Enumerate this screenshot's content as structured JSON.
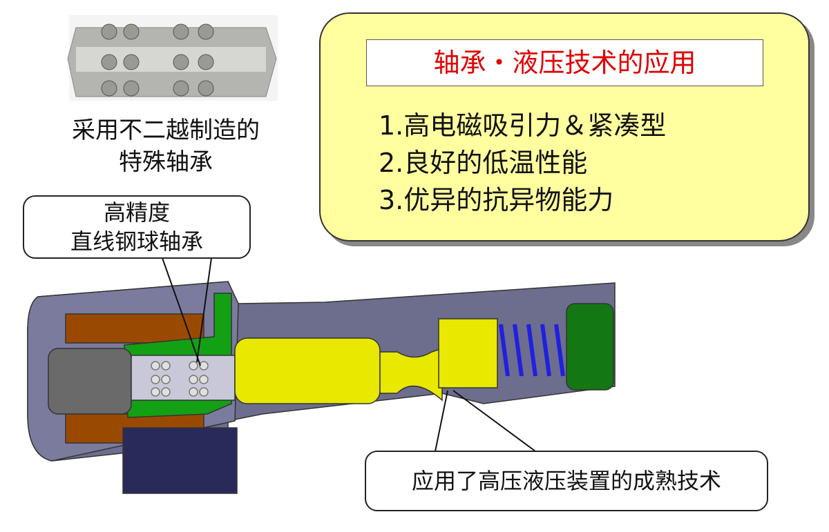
{
  "photo_caption": {
    "line1": "采用不二越制造的",
    "line2": "特殊轴承"
  },
  "callout_bearing": {
    "line1": "高精度",
    "line2": "直线钢球轴承"
  },
  "callout_hydraulic": {
    "text": "应用了高压液压装置的成熟技术"
  },
  "panel": {
    "title": "轴承・液压技术的应用",
    "features": [
      "1.高电磁吸引力＆紧凑型",
      "2.良好的低温性能",
      "3.优异的抗异物能力"
    ]
  },
  "colors": {
    "title_red": "#e00000",
    "panel_yellow": "#ffffa0",
    "spool": "#e8e800",
    "housing": "#6a6a8a",
    "coil": "#9a4a00",
    "green_part": "#14a014",
    "spring": "#2020e0"
  }
}
